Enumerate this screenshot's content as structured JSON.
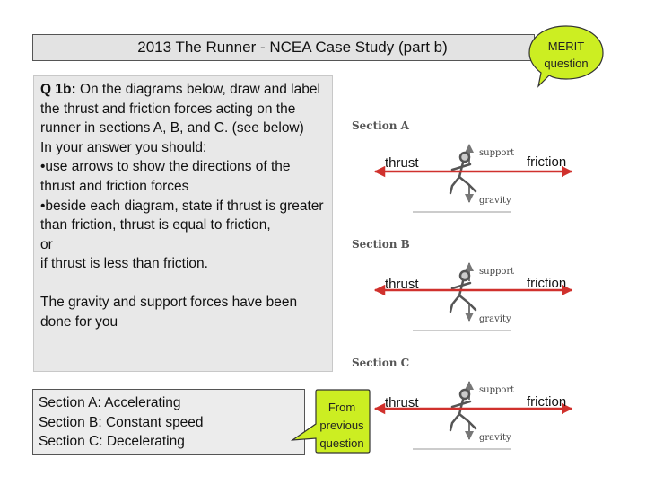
{
  "title": "2013 The Runner - NCEA Case Study (part b)",
  "badge": {
    "line1": "MERIT",
    "line2": "question"
  },
  "question": {
    "label": "Q 1b:",
    "intro": "On the diagrams below, draw and label the thrust and friction forces acting on the runner in sections A, B, and C. (see below)",
    "lines": [
      "In your answer you should:",
      "•use arrows to show the directions of the thrust and friction forces",
      "•beside each diagram, state if thrust is greater than friction, thrust is equal to friction,",
      "or",
      "if thrust is less than friction."
    ],
    "footer": "The gravity and support forces have been done for you"
  },
  "sections_summary": [
    {
      "name": "Section A:",
      "value": "Accelerating"
    },
    {
      "name": "Section B:",
      "value": "Constant speed"
    },
    {
      "name": "Section C:",
      "value": "Decelerating"
    }
  ],
  "callout": {
    "line1": "From",
    "line2": "previous",
    "line3": "question"
  },
  "diagrams": [
    {
      "label": "Section A",
      "thrust": "thrust",
      "friction": "friction",
      "support": "support",
      "gravity": "gravity"
    },
    {
      "label": "Section B",
      "thrust": "thrust",
      "friction": "friction",
      "support": "support",
      "gravity": "gravity"
    },
    {
      "label": "Section C",
      "thrust": "thrust",
      "friction": "friction",
      "support": "support",
      "gravity": "gravity"
    }
  ],
  "colors": {
    "arrow": "#d0312d",
    "badge": "#ccee22",
    "title_bg": "#e3e3e3",
    "box_bg": "#e8e8e8"
  }
}
